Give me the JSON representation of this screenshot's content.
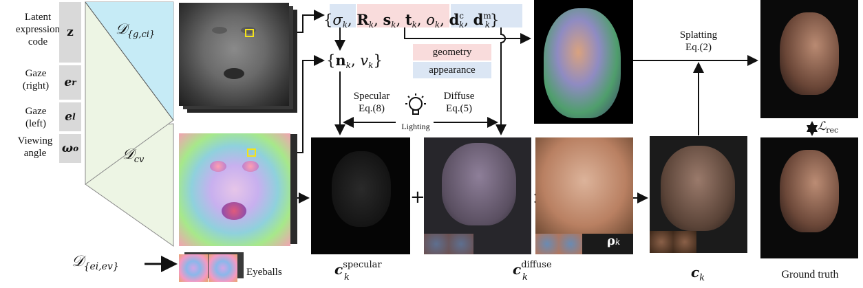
{
  "inputs": {
    "latent_label": "Latent expression code",
    "latent_sym": "z",
    "gaze_right_label": "Gaze (right)",
    "gaze_right_sym": "e",
    "gaze_right_sub": "r",
    "gaze_left_label": "Gaze (left)",
    "gaze_left_sym": "e",
    "gaze_left_sub": "l",
    "view_label": "Viewing angle",
    "view_sym": "ω",
    "view_sub": "o"
  },
  "decoders": {
    "gci_main": "𝒟",
    "gci_sub": "{g,ci}",
    "cv_main": "𝒟",
    "cv_sub": "cv",
    "eye_main": "𝒟",
    "eye_sub": "{ei,ev}",
    "eyeballs_label": "Eyeballs"
  },
  "params": {
    "sigma": "σ",
    "R": "R",
    "s": "s",
    "t": "t",
    "o": "o",
    "d": "d",
    "sup_c": "c",
    "sup_m": "m",
    "k": "k",
    "n": "n",
    "v": "v",
    "legend_geometry": "geometry",
    "legend_appearance": "appearance"
  },
  "shading": {
    "specular": "Specular",
    "specular_eq": "Eq.(8)",
    "diffuse": "Diffuse",
    "diffuse_eq": "Eq.(5)",
    "lighting": "Lighting",
    "splatting": "Splatting",
    "splatting_eq": "Eq.(2)",
    "loss_main": "ℒ",
    "loss_sub": "rec",
    "plus": "+",
    "times": "×"
  },
  "captions": {
    "c": "c",
    "k": "k",
    "specular_sup": "specular",
    "diffuse_sup": "diffuse",
    "rho": "ρ",
    "ground_truth": "Ground truth"
  },
  "colors": {
    "geometry": "#f9dcdc",
    "appearance": "#dbe6f4",
    "decoder_top": "#c6ebf6",
    "decoder_bottom": "#edf5e4",
    "input_box": "#d9d9d9"
  }
}
